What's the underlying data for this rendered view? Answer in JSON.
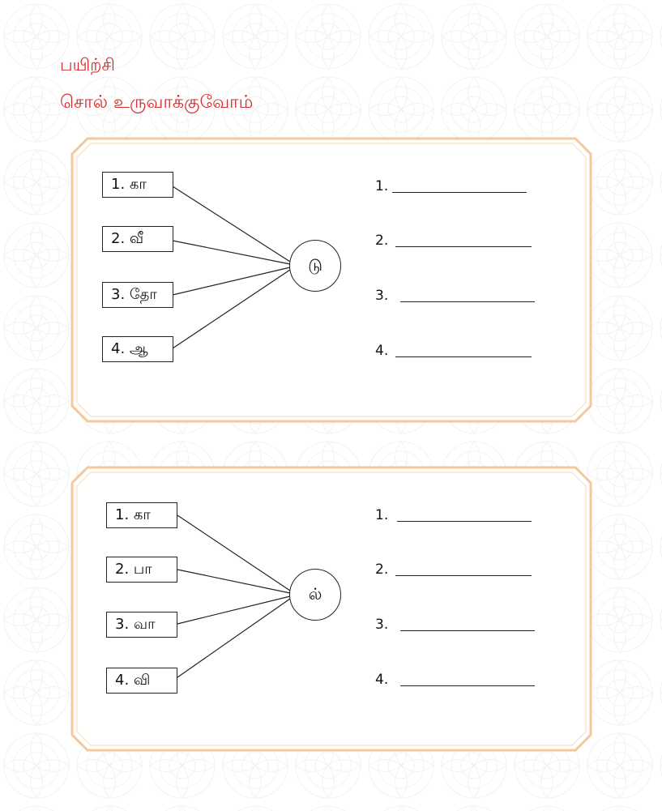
{
  "page": {
    "title": "பயிற்சி",
    "subtitle": "சொல் உருவாக்குவோம்"
  },
  "colors": {
    "heading": "#d42b2b",
    "frame": "#f3c99a"
  },
  "exercise1": {
    "hub": "டு",
    "items": [
      "1. கா",
      "2. வீ",
      "3. தோ",
      "4. ஆ"
    ],
    "answers": [
      "1.",
      "2.",
      "3.",
      "4."
    ]
  },
  "exercise2": {
    "hub": "ல்",
    "items": [
      "1. கா",
      "2. பா",
      "3. வா",
      "4. வி"
    ],
    "answers": [
      "1.",
      "2.",
      "3.",
      "4."
    ]
  }
}
